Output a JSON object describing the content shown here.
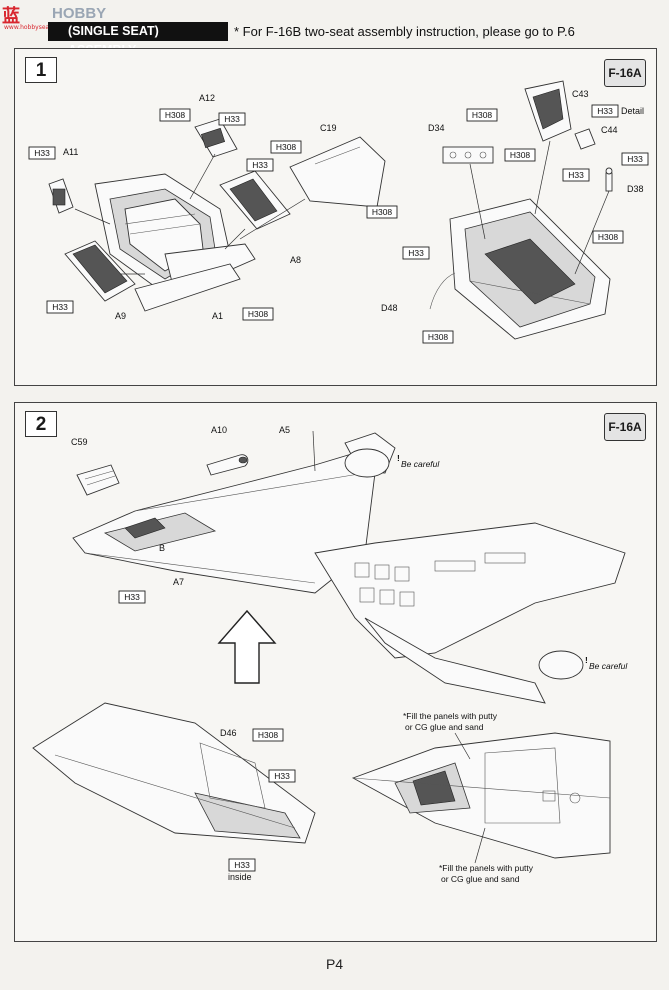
{
  "watermark": {
    "cn": "蓝",
    "en": "HOBBY SEARCH",
    "url": "www.hobbysearch.com"
  },
  "header": {
    "title": "(SINGLE SEAT) ASSEMBLY",
    "note": "* For F-16B two-seat assembly instruction, please go to P.6"
  },
  "step1": {
    "number": "1",
    "variant": "F-16A",
    "parts": [
      "A11",
      "A12",
      "C19",
      "A8",
      "A9",
      "A1",
      "D34",
      "C43",
      "C44",
      "D38",
      "D48"
    ],
    "tags": [
      "H33",
      "H308",
      "H33",
      "H308",
      "H33",
      "H308",
      "H33",
      "H308",
      "H308",
      "H33",
      "H33",
      "H308",
      "H33",
      "H308",
      "H33",
      "H308"
    ],
    "detail": "Detail"
  },
  "step2": {
    "number": "2",
    "variant": "F-16A",
    "parts": [
      "C59",
      "A10",
      "A5",
      "A7",
      "B",
      "D46"
    ],
    "tags": [
      "H33",
      "H308",
      "H33",
      "H33"
    ],
    "warning": "Be careful",
    "inside": "inside",
    "fill_note_1": [
      "*Fill the panels with putty",
      "or CG glue and sand"
    ],
    "fill_note_2": [
      "*Fill the panels with putty",
      "or CG glue and sand"
    ]
  },
  "page": "P4"
}
